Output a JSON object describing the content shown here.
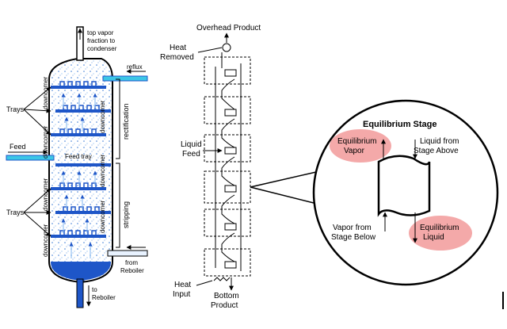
{
  "column": {
    "top_vapor": [
      "top vapor",
      "fraction to",
      "condenser"
    ],
    "reflux": "reflux",
    "trays": "Trays",
    "feed": "Feed",
    "feed_tray": "Feed tray",
    "downcomer": "downcomer",
    "rectification": "rectification",
    "stripping": "stripping",
    "from_reboiler": [
      "from",
      "Reboiler"
    ],
    "to_reboiler": [
      "to",
      "Reboiler"
    ]
  },
  "stages": {
    "overhead_product": "Overhead Product",
    "heat_removed": [
      "Heat",
      "Removed"
    ],
    "liquid_feed": [
      "Liquid",
      "Feed"
    ],
    "heat_input": [
      "Heat",
      "Input"
    ],
    "bottom_product": [
      "Bottom",
      "Product"
    ]
  },
  "equilibrium": {
    "title": "Equilibrium Stage",
    "eq_vapor": [
      "Equilibrium",
      "Vapor"
    ],
    "liquid_from_above": [
      "Liquid from",
      "Stage Above"
    ],
    "vapor_from_below": [
      "Vapor from",
      "Stage Below"
    ],
    "eq_liquid": [
      "Equilibrium",
      "Liquid"
    ]
  },
  "colors": {
    "liquid_blue": "#1e56c8",
    "pipe_cyan": "#3cc6e6",
    "vapor_highlight": "#f29a9a"
  }
}
